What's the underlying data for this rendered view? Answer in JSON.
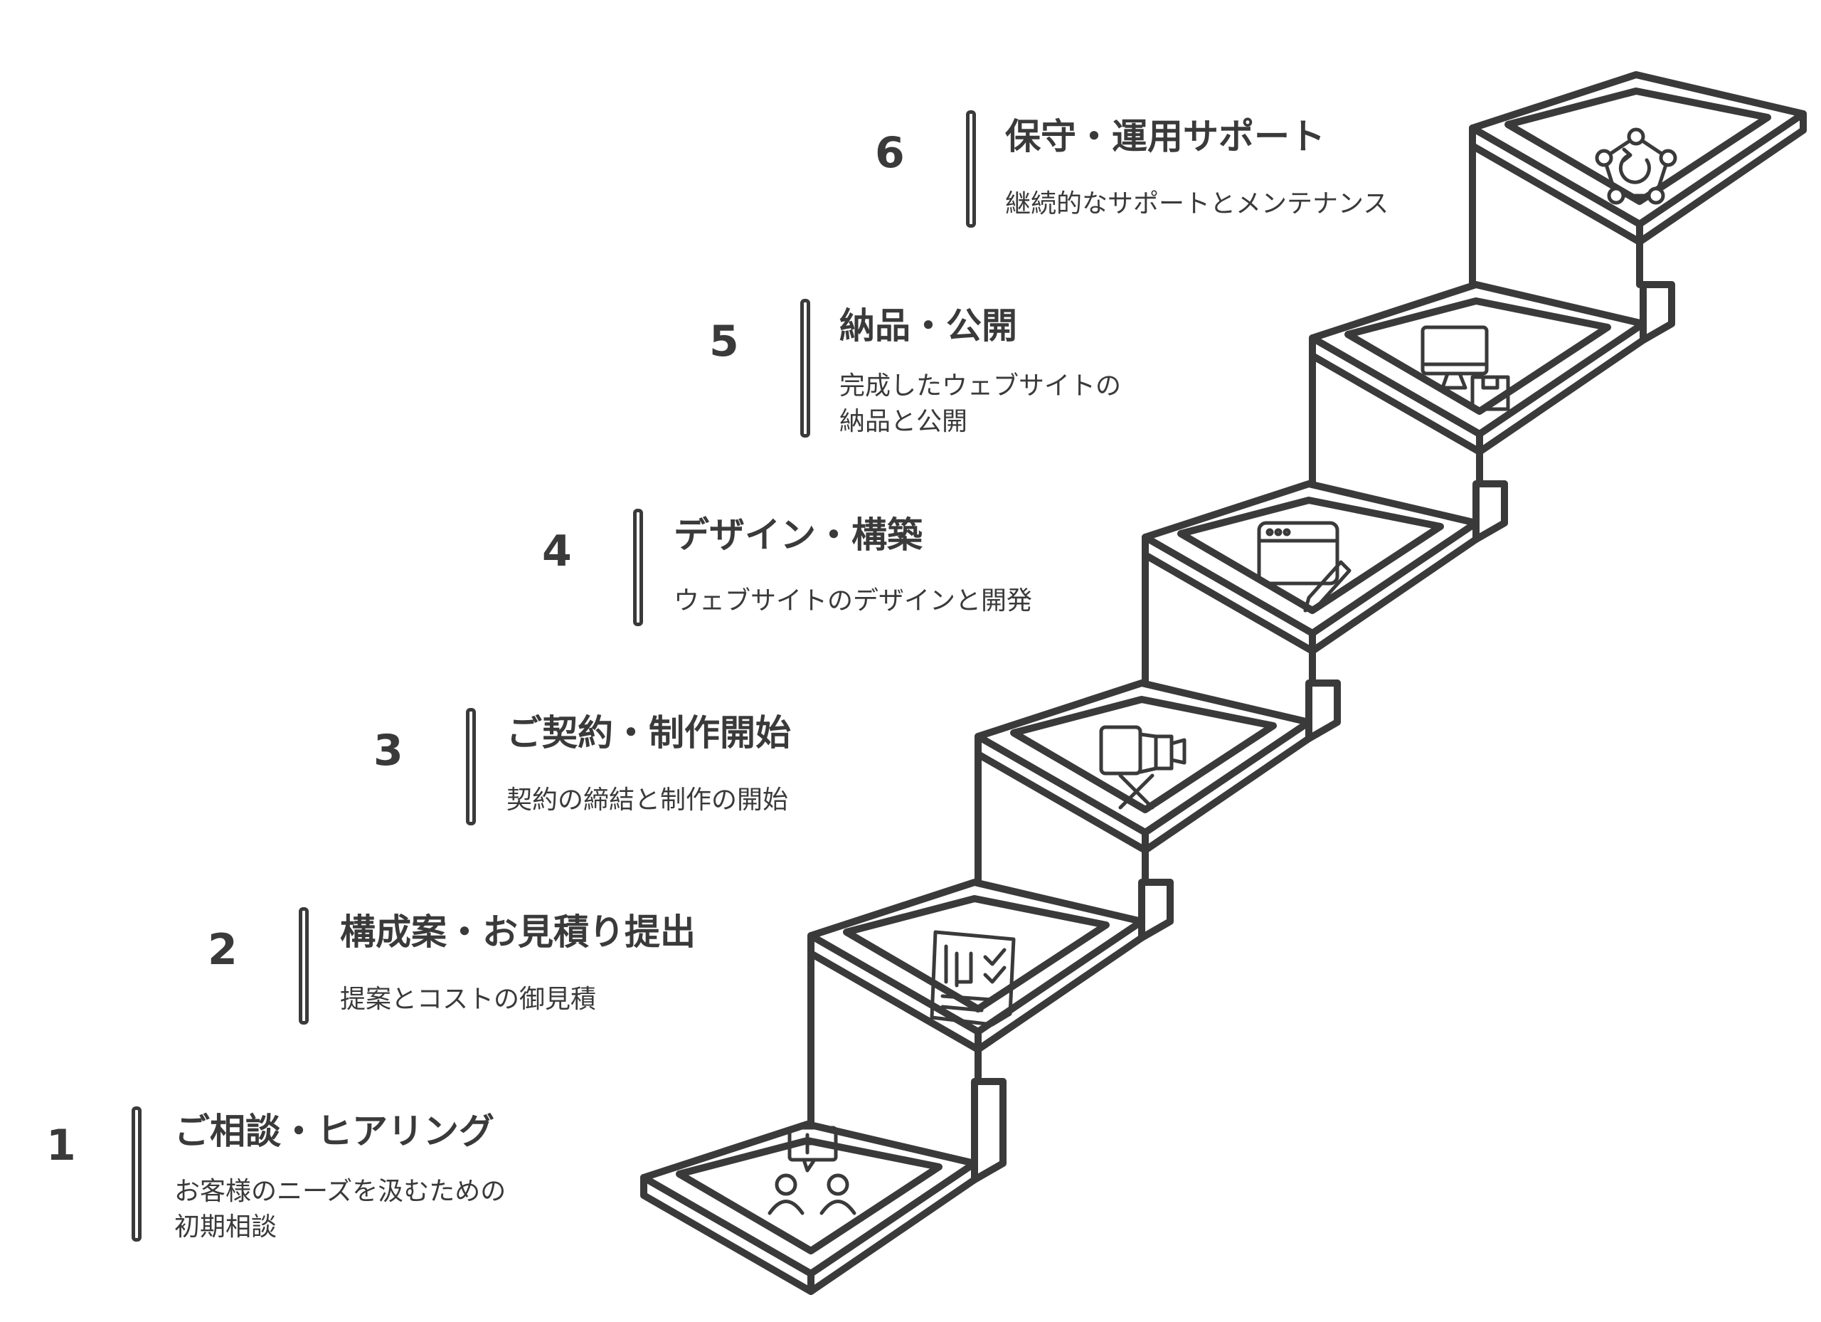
{
  "steps": [
    {
      "number": "1",
      "title": "ご相談・ヒアリング",
      "desc_lines": [
        "お客様のニーズを汲むための",
        "初期相談"
      ],
      "icon": "consultation-icon"
    },
    {
      "number": "2",
      "title": "構成案・お見積り提出",
      "desc_lines": [
        "提案とコストの御見積"
      ],
      "icon": "document-checklist-icon"
    },
    {
      "number": "3",
      "title": "ご契約・制作開始",
      "desc_lines": [
        "契約の締結と制作の開始"
      ],
      "icon": "film-camera-icon"
    },
    {
      "number": "4",
      "title": "デザイン・構築",
      "desc_lines": [
        "ウェブサイトのデザインと開発"
      ],
      "icon": "browser-pencil-icon"
    },
    {
      "number": "5",
      "title": "納品・公開",
      "desc_lines": [
        "完成したウェブサイトの",
        "納品と公開"
      ],
      "icon": "monitor-package-icon"
    },
    {
      "number": "6",
      "title": "保守・運用サポート",
      "desc_lines": [
        "継続的なサポートとメンテナンス"
      ],
      "icon": "support-cycle-icon"
    }
  ],
  "colors": {
    "stroke": "#3a3a3a",
    "background": "#ffffff"
  }
}
